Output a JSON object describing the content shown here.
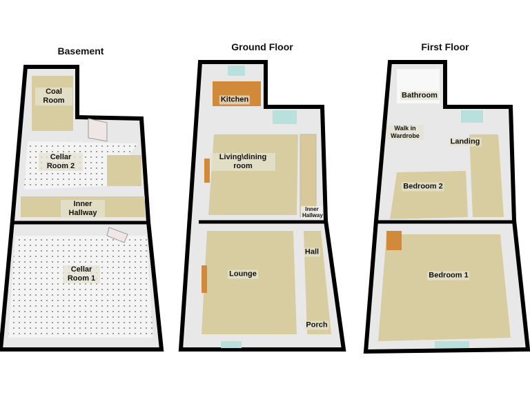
{
  "floors": [
    {
      "title": "Basement",
      "rooms": [
        "Coal Room",
        "Cellar Room 2",
        "Inner Hallway",
        "Cellar Room 1"
      ]
    },
    {
      "title": "Ground Floor",
      "rooms": [
        "Kitchen",
        "Living\\dining room",
        "Inner Hallway",
        "Hall",
        "Lounge",
        "Porch"
      ]
    },
    {
      "title": "First Floor",
      "rooms": [
        "Bathroom",
        "Walk in Wardrobe",
        "Landing",
        "Bedroom 2",
        "Bedroom 1"
      ]
    }
  ],
  "colors": {
    "wall": "#000000",
    "carpet": "#d8cda0",
    "tile": "#f2f2f2",
    "inner_wall": "#e8e8e8",
    "window": "#b8e0dc",
    "door": "#f0e6e6",
    "worktop": "#d08a3a"
  }
}
